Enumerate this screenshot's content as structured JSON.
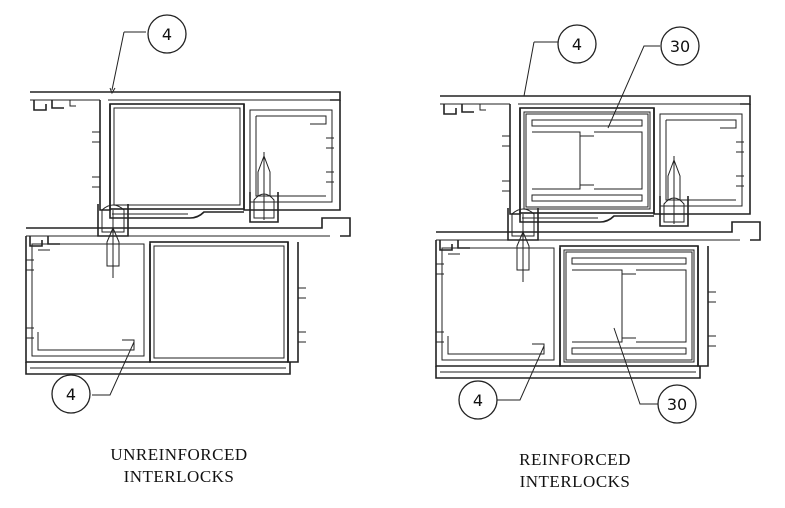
{
  "callouts": {
    "left_top": "4",
    "left_bottom": "4",
    "right_top": "4",
    "right_top_reinf": "30",
    "right_bottom": "4",
    "right_bottom_reinf": "30"
  },
  "captions": {
    "left_line1": "UNREINFORCED",
    "left_line2": "INTERLOCKS",
    "right_line1": "REINFORCED",
    "right_line2": "INTERLOCKS"
  }
}
